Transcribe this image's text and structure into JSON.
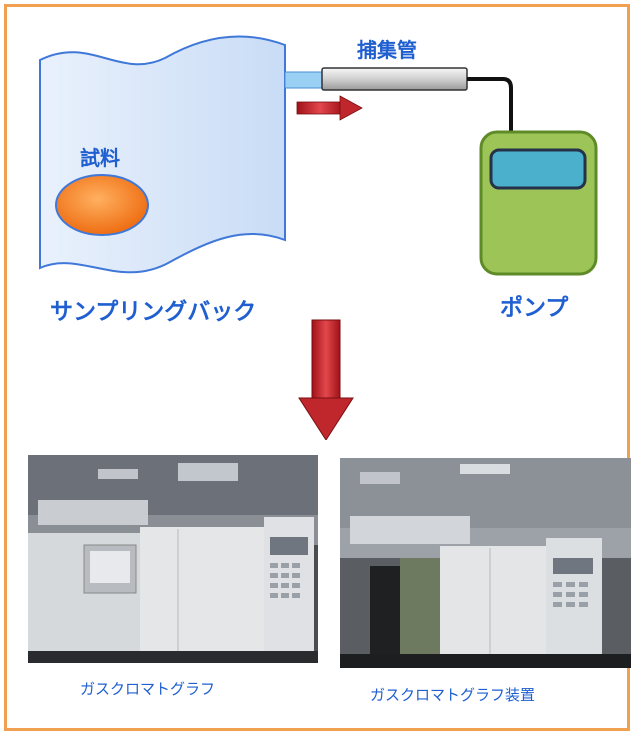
{
  "diagram": {
    "trap_tube_label": "捕集管",
    "sample_label": "試料",
    "bag_label": "サンプリングバック",
    "pump_label": "ポンプ"
  },
  "photos": [
    {
      "caption": "ガスクロマトグラフ"
    },
    {
      "caption": "ガスクロマトグラフ装置"
    }
  ],
  "colors": {
    "frame": "#f0a050",
    "label_blue": "#1f5fd0",
    "bag_fill": "#d8e6fa",
    "bag_stroke": "#3f78d8",
    "sample_orange": "#f07a20",
    "pump_green": "#9cc456",
    "pump_screen": "#4bb0cc",
    "arrow_red": "#c0272d"
  }
}
